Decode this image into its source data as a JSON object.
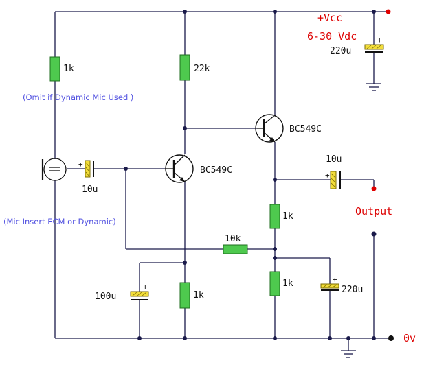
{
  "labels": {
    "r_mic_bias": "1k",
    "r_base_bias": "22k",
    "q1": "BC549C",
    "q2": "BC549C",
    "c_in": "10u",
    "c_out": "10u",
    "r_q2_emitter": "1k",
    "r_feedback": "10k",
    "r_lower_right": "1k",
    "r_q1_emitter": "1k",
    "c_emitter": "100u",
    "c_supply": "220u",
    "c_right": "220u",
    "vcc": "+Vcc",
    "vcc_range": "6-30 Vdc",
    "output": "Output",
    "ground": "0v",
    "omit_note": "(Omit if Dynamic Mic Used )",
    "mic_note": "(Mic Insert  ECM or Dynamic)",
    "plus": "+"
  }
}
